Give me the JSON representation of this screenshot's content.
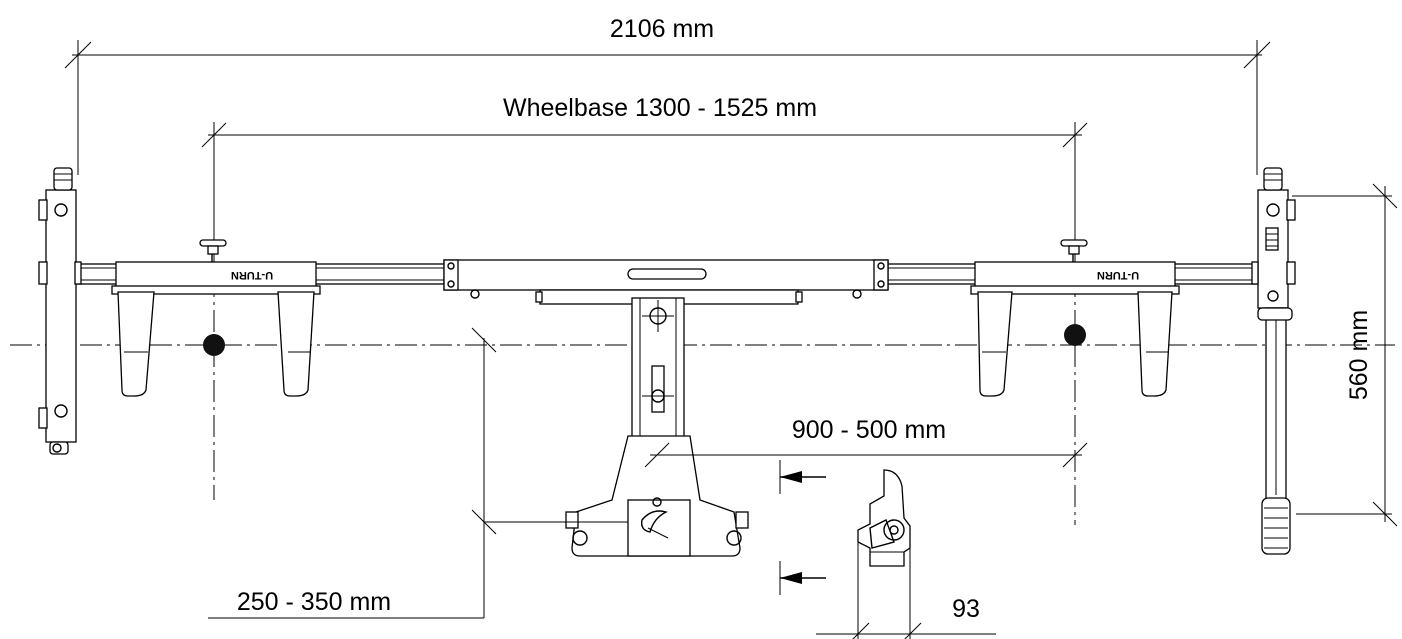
{
  "dimensions": {
    "overall_length": "2106 mm",
    "wheelbase": "Wheelbase 1300 - 1525 mm",
    "width": "560 mm",
    "arm_range": "900 - 500 mm",
    "offset": "250 - 350 mm",
    "detail_width": "93"
  },
  "brand": {
    "left_label": "U-TURN",
    "right_label": "U-TURN"
  }
}
